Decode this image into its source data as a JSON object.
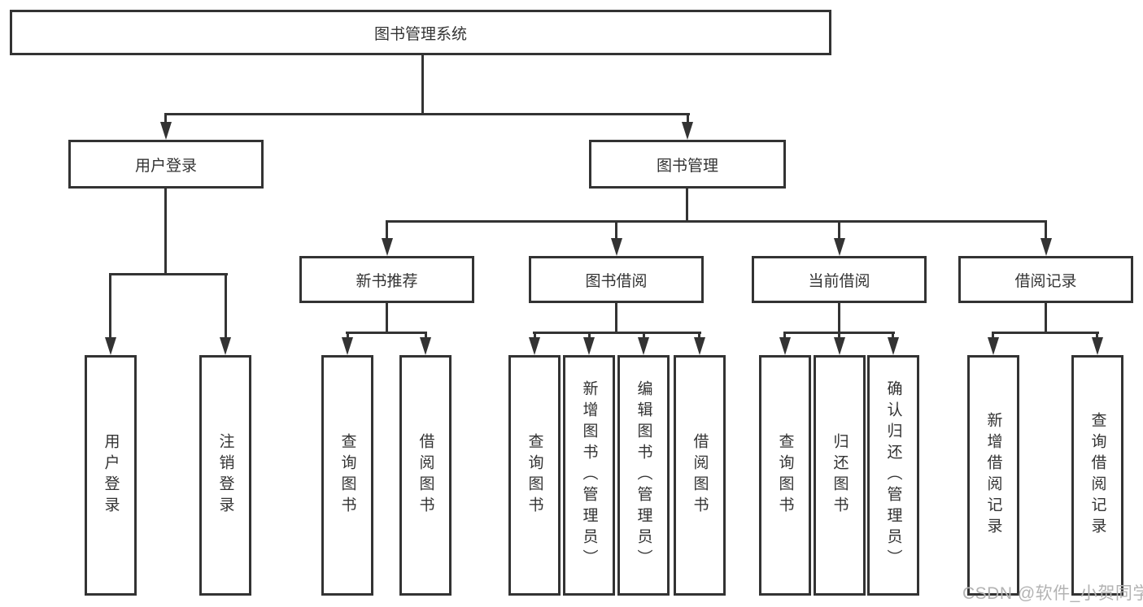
{
  "diagram": {
    "root": {
      "label": "图书管理系统"
    },
    "branches": [
      {
        "label": "用户登录",
        "children": [
          "用户登录",
          "注销登录"
        ]
      },
      {
        "label": "图书管理",
        "sub": [
          {
            "label": "新书推荐",
            "children": [
              "查询图书",
              "借阅图书"
            ]
          },
          {
            "label": "图书借阅",
            "children": [
              "查询图书",
              "新增图书（管理员）",
              "编辑图书（管理员）",
              "借阅图书"
            ]
          },
          {
            "label": "当前借阅",
            "children": [
              "查询图书",
              "归还图书",
              "确认归还（管理员）"
            ]
          },
          {
            "label": "借阅记录",
            "children": [
              "新增借阅记录",
              "查询借阅记录"
            ]
          }
        ]
      }
    ],
    "watermark": "CSDN @软件_小贺同学",
    "colors": {
      "line": "#333333",
      "text": "#333333",
      "watermark": "#b3b3b3",
      "background": "#ffffff"
    }
  }
}
